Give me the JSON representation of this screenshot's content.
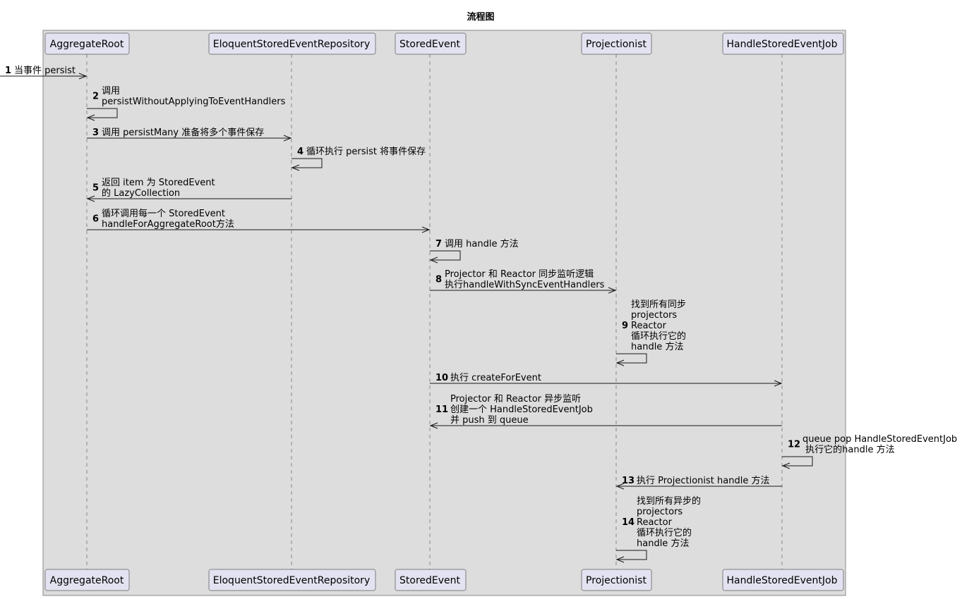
{
  "diagram": {
    "type": "sequence",
    "title": "流程图",
    "colors": {
      "group_fill": "#DDDDDD",
      "group_border": "#888888",
      "participant_fill": "#E2E2F0",
      "participant_border": "#181818",
      "lifeline": "#888888",
      "arrow": "#181818",
      "text": "#000000"
    },
    "participants": [
      {
        "id": "aggregate-root",
        "label": "AggregateRoot"
      },
      {
        "id": "eloquent-stored-event-repository",
        "label": "EloquentStoredEventRepository"
      },
      {
        "id": "stored-event",
        "label": "StoredEvent"
      },
      {
        "id": "projectionist",
        "label": "Projectionist"
      },
      {
        "id": "handle-stored-event-job",
        "label": "HandleStoredEventJob"
      }
    ],
    "messages": [
      {
        "num": "1",
        "from": null,
        "to": "aggregate-root",
        "lines": [
          "当事件 persist"
        ]
      },
      {
        "num": "2",
        "from": "aggregate-root",
        "to": "aggregate-root",
        "lines": [
          "调用",
          "persistWithoutApplyingToEventHandlers"
        ]
      },
      {
        "num": "3",
        "from": "aggregate-root",
        "to": "eloquent-stored-event-repository",
        "lines": [
          "调用 persistMany 准备将多个事件保存"
        ]
      },
      {
        "num": "4",
        "from": "eloquent-stored-event-repository",
        "to": "eloquent-stored-event-repository",
        "lines": [
          "循环执行 persist 将事件保存"
        ]
      },
      {
        "num": "5",
        "from": "eloquent-stored-event-repository",
        "to": "aggregate-root",
        "lines": [
          "返回 item 为 StoredEvent",
          "的 LazyCollection"
        ]
      },
      {
        "num": "6",
        "from": "aggregate-root",
        "to": "stored-event",
        "lines": [
          "循环调用每一个 StoredEvent",
          "handleForAggregateRoot方法"
        ]
      },
      {
        "num": "7",
        "from": "stored-event",
        "to": "stored-event",
        "lines": [
          "调用 handle 方法"
        ]
      },
      {
        "num": "8",
        "from": "stored-event",
        "to": "projectionist",
        "lines": [
          "Projector 和 Reactor 同步监听逻辑",
          "执行handleWithSyncEventHandlers"
        ]
      },
      {
        "num": "9",
        "from": "projectionist",
        "to": "projectionist",
        "lines": [
          "找到所有同步",
          "projectors",
          "Reactor",
          "循环执行它的",
          "handle 方法"
        ]
      },
      {
        "num": "10",
        "from": "stored-event",
        "to": "handle-stored-event-job",
        "lines": [
          "执行 createForEvent"
        ]
      },
      {
        "num": "11",
        "from": "handle-stored-event-job",
        "to": "stored-event",
        "lines": [
          "Projector 和 Reactor 异步监听",
          "创建一个 HandleStoredEventJob",
          "并 push 到 queue"
        ]
      },
      {
        "num": "12",
        "from": "handle-stored-event-job",
        "to": "handle-stored-event-job",
        "lines": [
          "queue pop HandleStoredEventJob",
          " 执行它的handle 方法"
        ]
      },
      {
        "num": "13",
        "from": "handle-stored-event-job",
        "to": "projectionist",
        "lines": [
          "执行 Projectionist handle 方法"
        ]
      },
      {
        "num": "14",
        "from": "projectionist",
        "to": "projectionist",
        "lines": [
          "找到所有异步的",
          "projectors",
          "Reactor",
          "循环执行它的",
          "handle 方法"
        ]
      }
    ]
  }
}
